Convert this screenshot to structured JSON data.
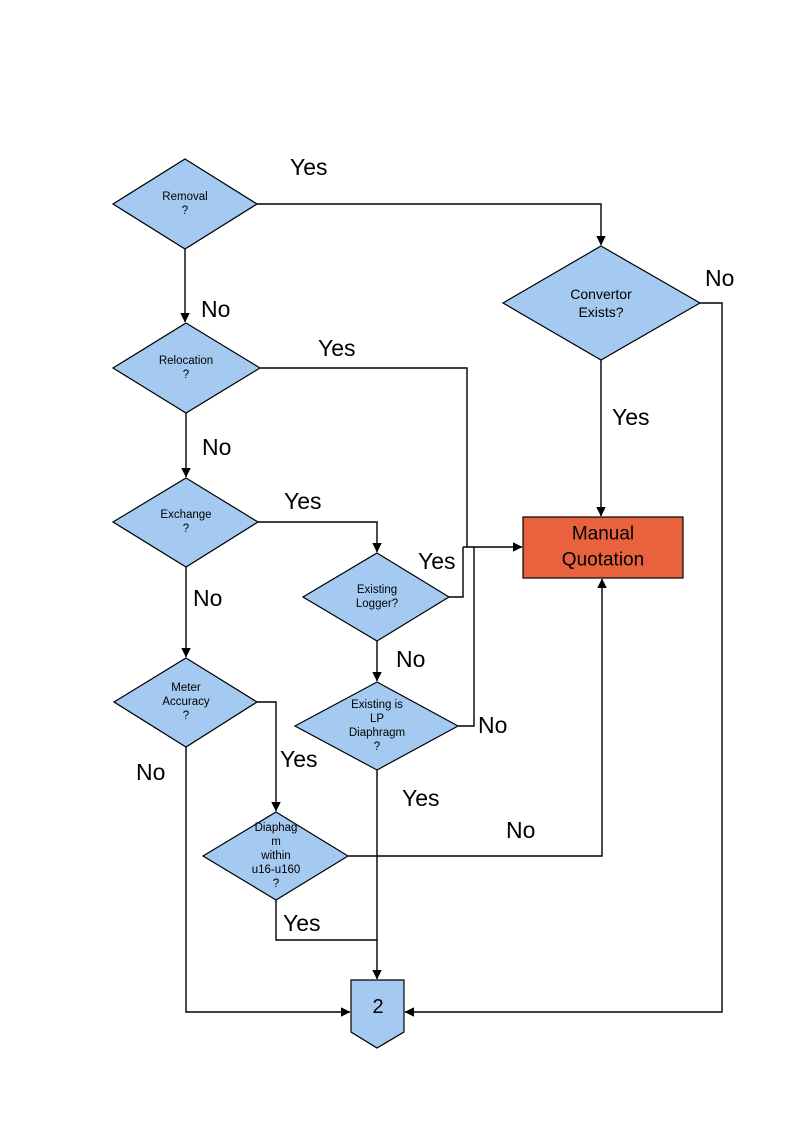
{
  "flowchart": {
    "colors": {
      "node_fill": "#A5CAF1",
      "node_stroke": "#000000",
      "terminal_fill": "#E8633D",
      "line": "#000000",
      "background": "#FFFFFF"
    },
    "nodes": {
      "removal": {
        "label": "Removal\n?"
      },
      "relocation": {
        "label": "Relocation\n?"
      },
      "exchange": {
        "label": "Exchange\n?"
      },
      "meter_accuracy": {
        "label": "Meter\nAccuracy\n?"
      },
      "existing_logger": {
        "label": "Existing\nLogger?"
      },
      "existing_lp_diaphragm": {
        "label": "Existing is\nLP\nDiaphragm\n?"
      },
      "diaphragm_within": {
        "label": "Diaphag\nm\nwithin\nu16-u160\n?"
      },
      "convertor_exists": {
        "label": "Convertor\nExists?"
      },
      "manual_quotation": {
        "label": "Manual\nQuotation"
      },
      "offpage_connector": {
        "label": "2"
      }
    },
    "edge_labels": {
      "removal_yes": "Yes",
      "removal_no": "No",
      "relocation_yes": "Yes",
      "relocation_no": "No",
      "exchange_yes": "Yes",
      "exchange_no": "No",
      "existing_logger_yes": "Yes",
      "existing_logger_no": "No",
      "existing_lp_no": "No",
      "existing_lp_yes": "Yes",
      "meter_accuracy_yes": "Yes",
      "meter_accuracy_no": "No",
      "diaphragm_within_yes": "Yes",
      "diaphragm_within_no": "No",
      "convertor_yes": "Yes",
      "convertor_no": "No"
    }
  }
}
